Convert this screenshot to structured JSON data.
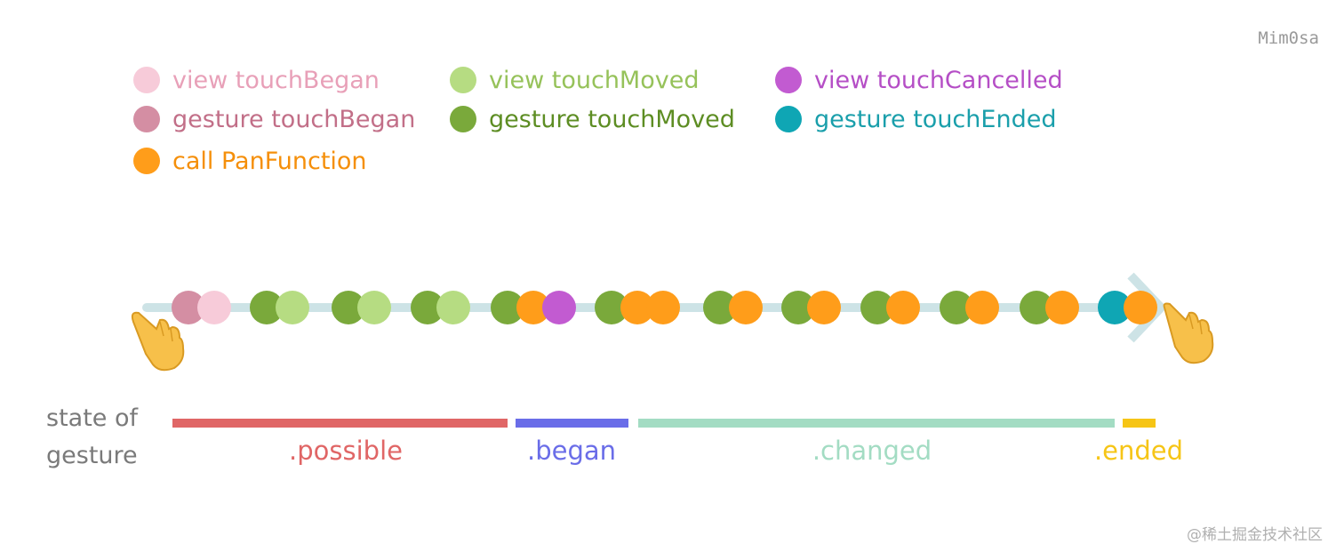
{
  "watermark": "Mim0sa",
  "footer": "@稀土掘金技术社区",
  "legend": [
    {
      "label": "view touchBegan",
      "color": "#f7cbd9"
    },
    {
      "label": "view touchMoved",
      "color": "#b6dc82"
    },
    {
      "label": "view touchCancelled",
      "color": "#c25bd1"
    },
    {
      "label": "gesture touchBegan",
      "color": "#d48ea3"
    },
    {
      "label": "gesture touchMoved",
      "color": "#7aa93b"
    },
    {
      "label": "gesture touchEnded",
      "color": "#0fa6b4"
    },
    {
      "label": "call PanFunction",
      "color": "#ff9d1a"
    }
  ],
  "legend_text_colors": [
    "#e8a0b8",
    "#96c25a",
    "#b54ec6",
    "#c26f88",
    "#5d8d23",
    "#1a9fab",
    "#f58f0a"
  ],
  "timeline": {
    "track_color": "#cde3e6",
    "groups": [
      [
        "gesture touchBegan",
        "view touchBegan"
      ],
      [
        "gesture touchMoved",
        "view touchMoved"
      ],
      [
        "gesture touchMoved",
        "view touchMoved"
      ],
      [
        "gesture touchMoved",
        "view touchMoved"
      ],
      [
        "gesture touchMoved",
        "call PanFunction",
        "view touchCancelled"
      ],
      [
        "gesture touchMoved",
        "call PanFunction",
        "call PanFunction"
      ],
      [
        "gesture touchMoved",
        "call PanFunction"
      ],
      [
        "gesture touchMoved",
        "call PanFunction"
      ],
      [
        "gesture touchMoved",
        "call PanFunction"
      ],
      [
        "gesture touchMoved",
        "call PanFunction"
      ],
      [
        "gesture touchMoved",
        "call PanFunction"
      ],
      [
        "gesture touchEnded",
        "call PanFunction"
      ]
    ]
  },
  "state_title": [
    "state of",
    "gesture"
  ],
  "states": [
    {
      "label": ".possible",
      "color": "#e06666"
    },
    {
      "label": ".began",
      "color": "#6a6de8"
    },
    {
      "label": ".changed",
      "color": "#a3dcc3"
    },
    {
      "label": ".ended",
      "color": "#f6c516"
    }
  ]
}
